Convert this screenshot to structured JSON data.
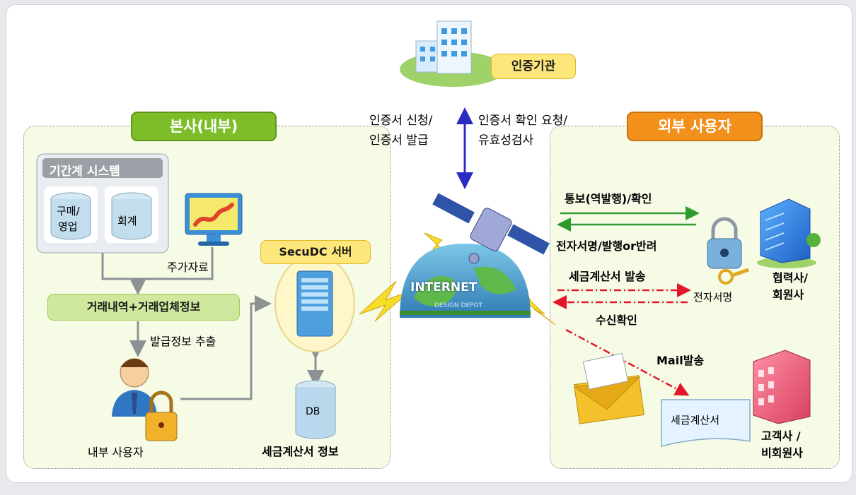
{
  "authority": {
    "label": "인증기관"
  },
  "auth_arrows": {
    "left": [
      "인증서 신청/",
      "인증서 발급"
    ],
    "right": [
      "인증서 확인 요청/",
      "유효성검사"
    ]
  },
  "hq": {
    "title": "본사(내부)",
    "core_system": {
      "title": "기간계 시스템",
      "db1": [
        "구매/",
        "영업"
      ],
      "db2": "회계"
    },
    "extra_data": "주가자료",
    "trade_info": "거래내역+거래업체정보",
    "extract": "발급정보 추출",
    "internal_user": "내부 사용자",
    "server": "SecuDC 서버",
    "db": "DB",
    "db_caption": "세금계산서 정보"
  },
  "internet": {
    "label": "INTERNET",
    "watermark": "DESIGN DEPOT"
  },
  "external": {
    "title": "외부 사용자",
    "notify": "통보(역발행)/확인",
    "signature_issue": "전자서명/발행or반려",
    "send_invoice": "세금계산서 발송",
    "e_signature": "전자서명",
    "receipt": "수신확인",
    "mail_send": "Mail발송",
    "partner": [
      "협력사/",
      "회원사"
    ],
    "invoice_doc": "세금계산서",
    "customer": [
      "고객사 /",
      "비회원사"
    ]
  },
  "colors": {
    "green_pill": "#7cbd28",
    "orange_pill": "#f3901c",
    "yellow_pill": "#fde67a",
    "arrow_blue": "#2c2ac4",
    "arrow_green": "#2e9a2e",
    "arrow_red": "#e2182a",
    "panel_fill": "#f6fbe6"
  }
}
